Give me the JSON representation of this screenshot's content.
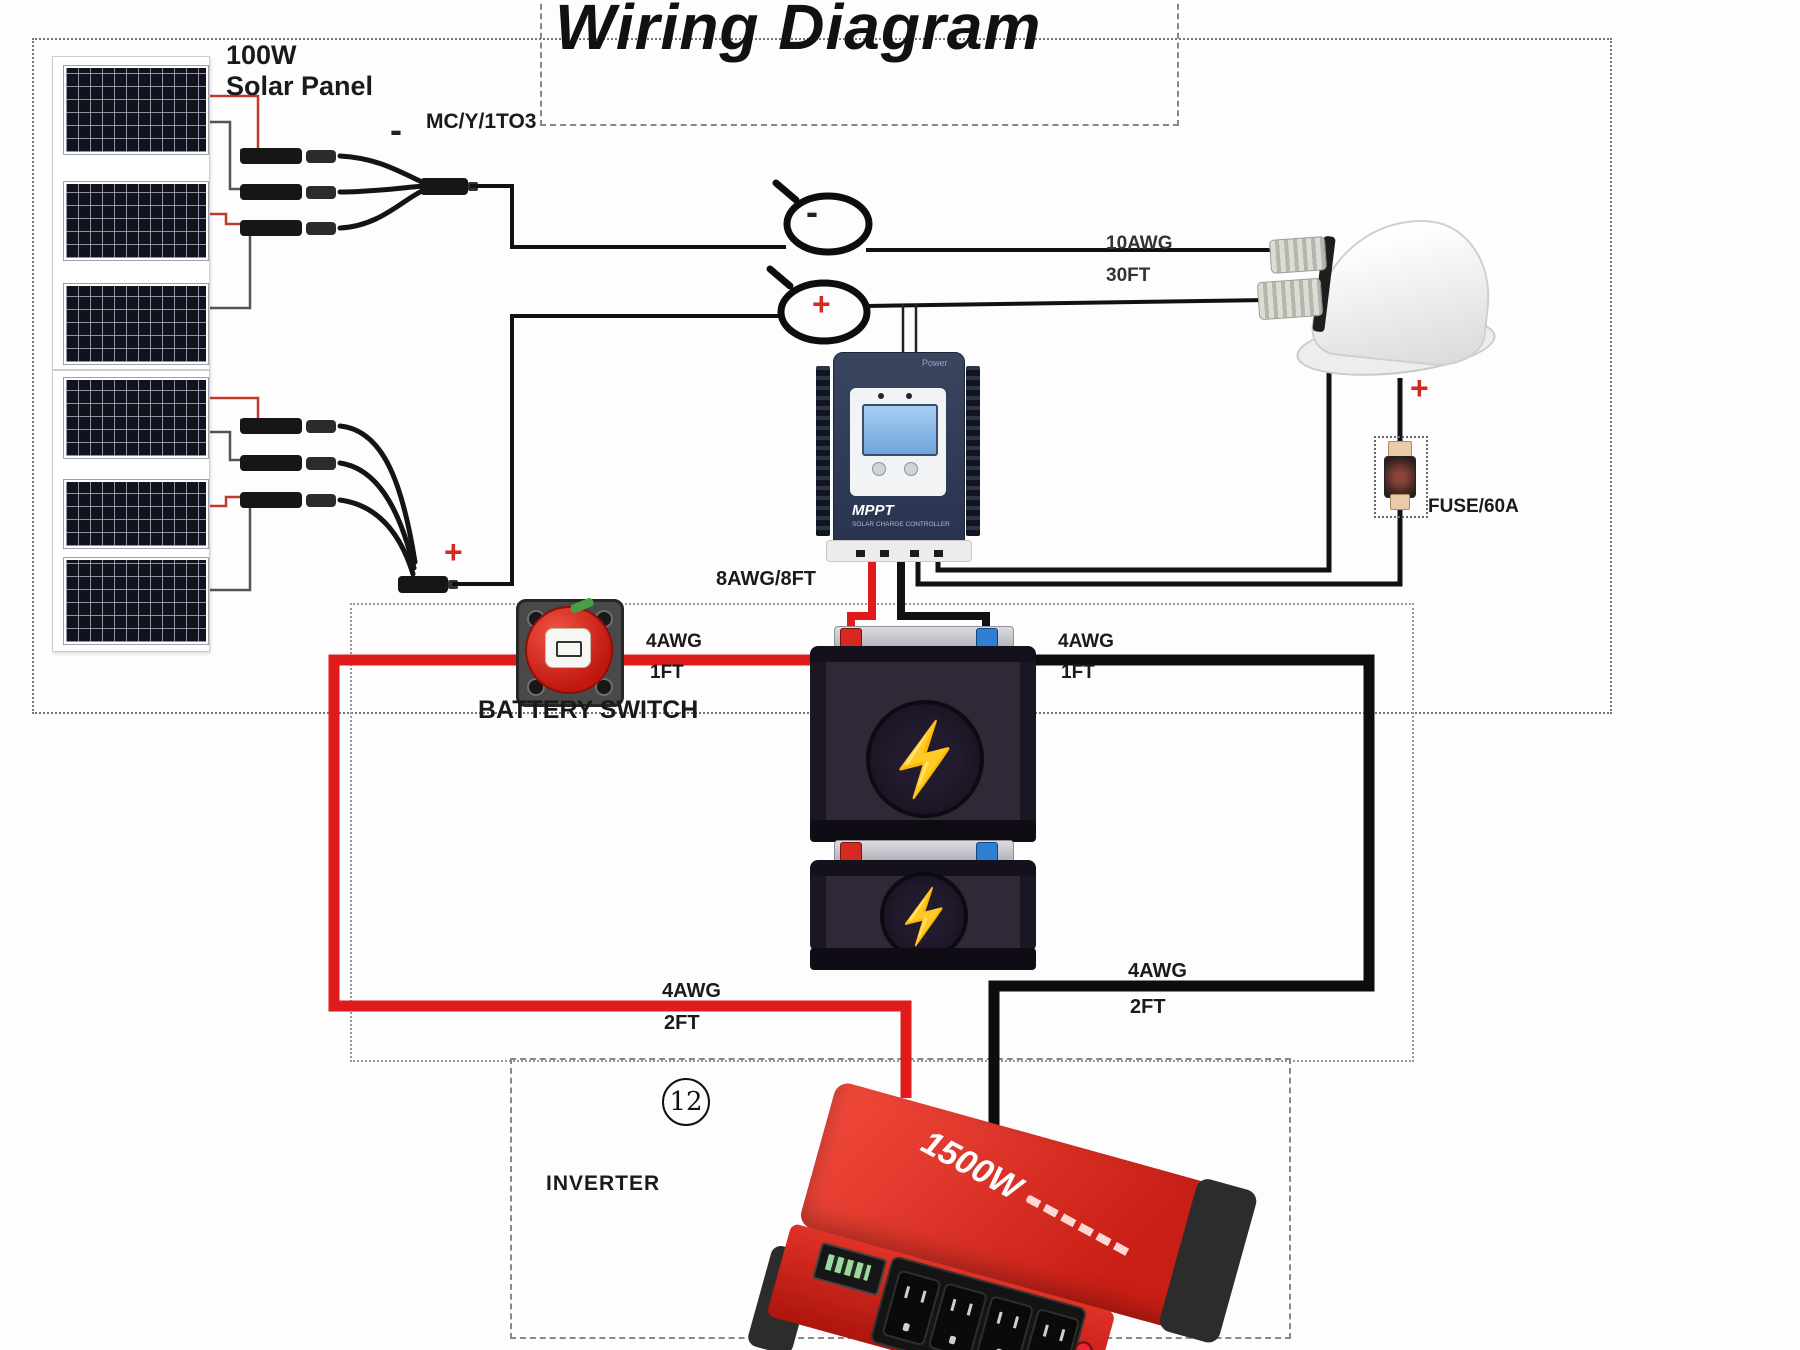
{
  "title": "Wiring Diagram",
  "solar": {
    "line1": "100W",
    "line2": "Solar Panel"
  },
  "branch_connector": "MC/Y/1TO3",
  "signs": {
    "plus": "+",
    "minus": "-"
  },
  "wires": {
    "pv": {
      "gauge": "10AWG",
      "length": "30FT"
    },
    "controller_battery": "8AWG/8FT",
    "battery_left": {
      "gauge": "4AWG",
      "length": "1FT"
    },
    "battery_right": {
      "gauge": "4AWG",
      "length": "1FT"
    },
    "inverter_left": {
      "gauge": "4AWG",
      "length": "2FT"
    },
    "inverter_right": {
      "gauge": "4AWG",
      "length": "2FT"
    }
  },
  "fuse": "FUSE/60A",
  "battery_switch": "BATTERY SWITCH",
  "controller": {
    "brand": "MPPT",
    "sub": "SOLAR CHARGE CONTROLLER",
    "power": "Power"
  },
  "inverter": {
    "label": "INVERTER",
    "circle_number": "12",
    "wattage": "1500W"
  },
  "icons": {
    "lightning": "⚡"
  },
  "colors": {
    "wire_red": "#e01b1b",
    "wire_black": "#111111",
    "inverter_red": "#e8352c",
    "switch_red": "#d9281c",
    "plus_red": "#d22a1e"
  }
}
